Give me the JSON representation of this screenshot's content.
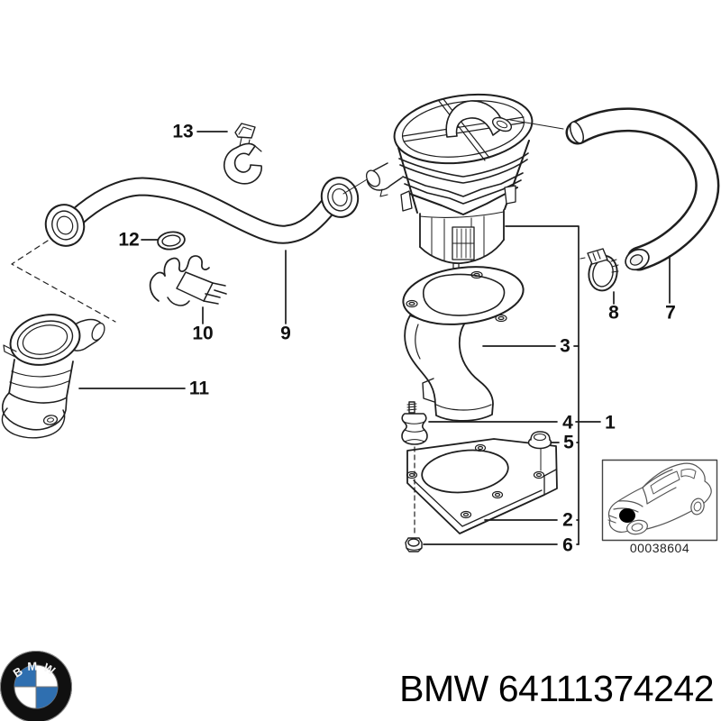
{
  "diagram": {
    "callouts": [
      {
        "label": "1"
      },
      {
        "label": "2"
      },
      {
        "label": "3"
      },
      {
        "label": "4"
      },
      {
        "label": "5"
      },
      {
        "label": "6"
      },
      {
        "label": "7"
      },
      {
        "label": "8"
      },
      {
        "label": "9"
      },
      {
        "label": "10"
      },
      {
        "label": "11"
      },
      {
        "label": "12"
      },
      {
        "label": "13"
      }
    ]
  },
  "thumbnail": {
    "code": "00038604"
  },
  "footer": {
    "logo_text": "BMW",
    "title": "BMW 64111374242"
  },
  "colors": {
    "line": "#1f1f1f",
    "roundel_blue": "#2f6fb0",
    "background": "#ffffff"
  },
  "icons": {
    "brand_logo": "bmw-roundel-icon",
    "thumbnail_car": "car-silhouette-icon",
    "thumbnail_hotspot": "location-dot"
  }
}
